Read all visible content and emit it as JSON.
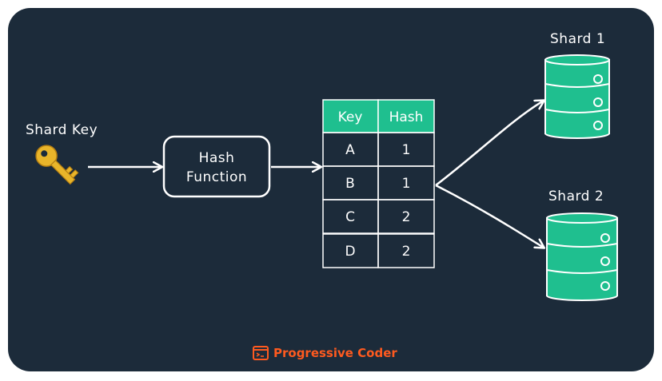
{
  "labels": {
    "shard_key": "Shard Key",
    "hash_function_line1": "Hash",
    "hash_function_line2": "Function",
    "shard1": "Shard 1",
    "shard2": "Shard 2"
  },
  "table": {
    "headers": [
      "Key",
      "Hash"
    ],
    "rows": [
      [
        "A",
        "1"
      ],
      [
        "B",
        "1"
      ],
      [
        "C",
        "2"
      ],
      [
        "D",
        "2"
      ]
    ]
  },
  "brand": {
    "name": "Progressive Coder"
  },
  "colors": {
    "background": "#1c2b3a",
    "accent": "#1fbf8f",
    "stroke": "#ffffff",
    "brand": "#ff5a1f",
    "key": "#e9b52a"
  }
}
